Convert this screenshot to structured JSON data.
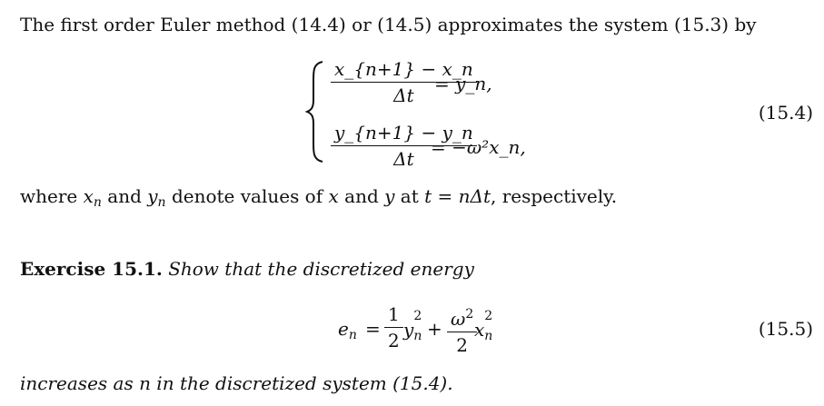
{
  "paragraph1": {
    "text_before": "The first order Euler method (14.4) or (14.5) approximates the system (15.3) by"
  },
  "system": {
    "eq1": {
      "numerator": "x_{n+1} − x_n",
      "denominator": "Δt",
      "rhs": "= y_n,"
    },
    "eq2": {
      "numerator": "y_{n+1} − y_n",
      "denominator": "Δt",
      "rhs": "= −ω²x_n,"
    },
    "number": "(15.4)"
  },
  "paragraph2": {
    "part1": "where",
    "xn": "x",
    "xn_sub": "n",
    "part2": "and",
    "yn": "y",
    "yn_sub": "n",
    "part3": "denote values of",
    "x": "x",
    "part4": "and",
    "y": "y",
    "part5": "at",
    "t_eq": "t = nΔt",
    "part6": ", respectively."
  },
  "exercise": {
    "label": "Exercise 15.1.",
    "statement": "Show that the discretized energy"
  },
  "energy": {
    "lhs": "e",
    "lhs_sub": "n",
    "eq": "=",
    "frac1_num": "1",
    "frac1_den": "2",
    "term1": "y",
    "term1_sub": "n",
    "term1_sup": "2",
    "plus": "+",
    "frac2_num": "ω",
    "frac2_num_sup": "2",
    "frac2_den": "2",
    "term2": "x",
    "term2_sub": "n",
    "term2_sup": "2",
    "number": "(15.5)"
  },
  "closing": {
    "text": "increases as n in the discretized system (15.4)."
  }
}
